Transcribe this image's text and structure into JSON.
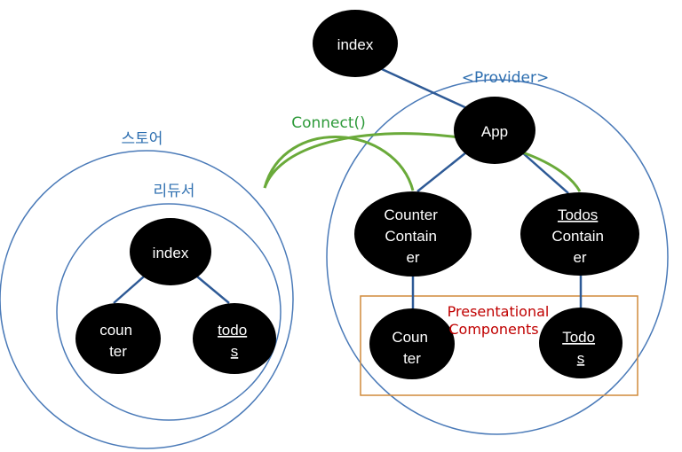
{
  "colors": {
    "container_stroke": "#4a7ab8",
    "edge": "#2e5a96",
    "connect": "#6aaa3a",
    "presentational_box": "#d08a3a",
    "presentational_text": "#c00000",
    "container_label": "#2e6fb0",
    "connect_label": "#2e9a3a",
    "node_fill": "#000000",
    "node_text": "#ffffff"
  },
  "labels": {
    "provider": "<Provider>",
    "store": "스토어",
    "reducer": "리듀서",
    "connect": "Connect()",
    "presentational_line1": "Presentational",
    "presentational_line2": "Components"
  },
  "nodes": {
    "root_index": [
      "index"
    ],
    "app": [
      "App"
    ],
    "counter_container": [
      "Counter",
      "Contain",
      "er"
    ],
    "todos_container": [
      "Todos",
      "Contain",
      "er"
    ],
    "counter": [
      "Coun",
      "ter"
    ],
    "todos": [
      "Todo",
      "s"
    ],
    "reducer_index": [
      "index"
    ],
    "reducer_counter": [
      "coun",
      "ter"
    ],
    "reducer_todos": [
      "todo",
      "s"
    ]
  }
}
